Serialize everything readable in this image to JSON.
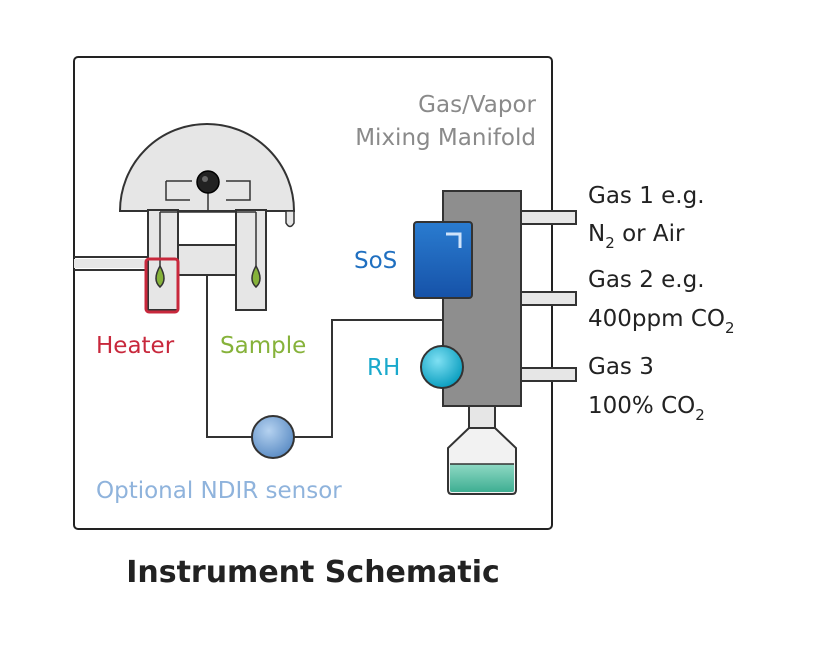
{
  "diagram": {
    "title": "Instrument Schematic",
    "manifold_line1": "Gas/Vapor",
    "manifold_line2": "Mixing Manifold",
    "sos": "SoS",
    "rh": "RH",
    "heater": "Heater",
    "sample": "Sample",
    "ndir": "Optional NDIR sensor",
    "gas1_line1": "Gas 1 e.g.",
    "gas1_n": "N",
    "gas1_sub": "2",
    "gas1_rest": " or Air",
    "gas2_line1": "Gas 2 e.g.",
    "gas2_main": "400ppm CO",
    "gas2_sub": "2",
    "gas3_line1": "Gas 3",
    "gas3_main": "100% CO",
    "gas3_sub": "2"
  },
  "colors": {
    "heater": "#c8283c",
    "sample": "#86b23a",
    "sos": "#1f6fc0",
    "rh": "#1aa9cc",
    "ndir": "#8fb3dc",
    "manifold_label": "#8a8a8a",
    "liquid": "#5bbfa6"
  }
}
